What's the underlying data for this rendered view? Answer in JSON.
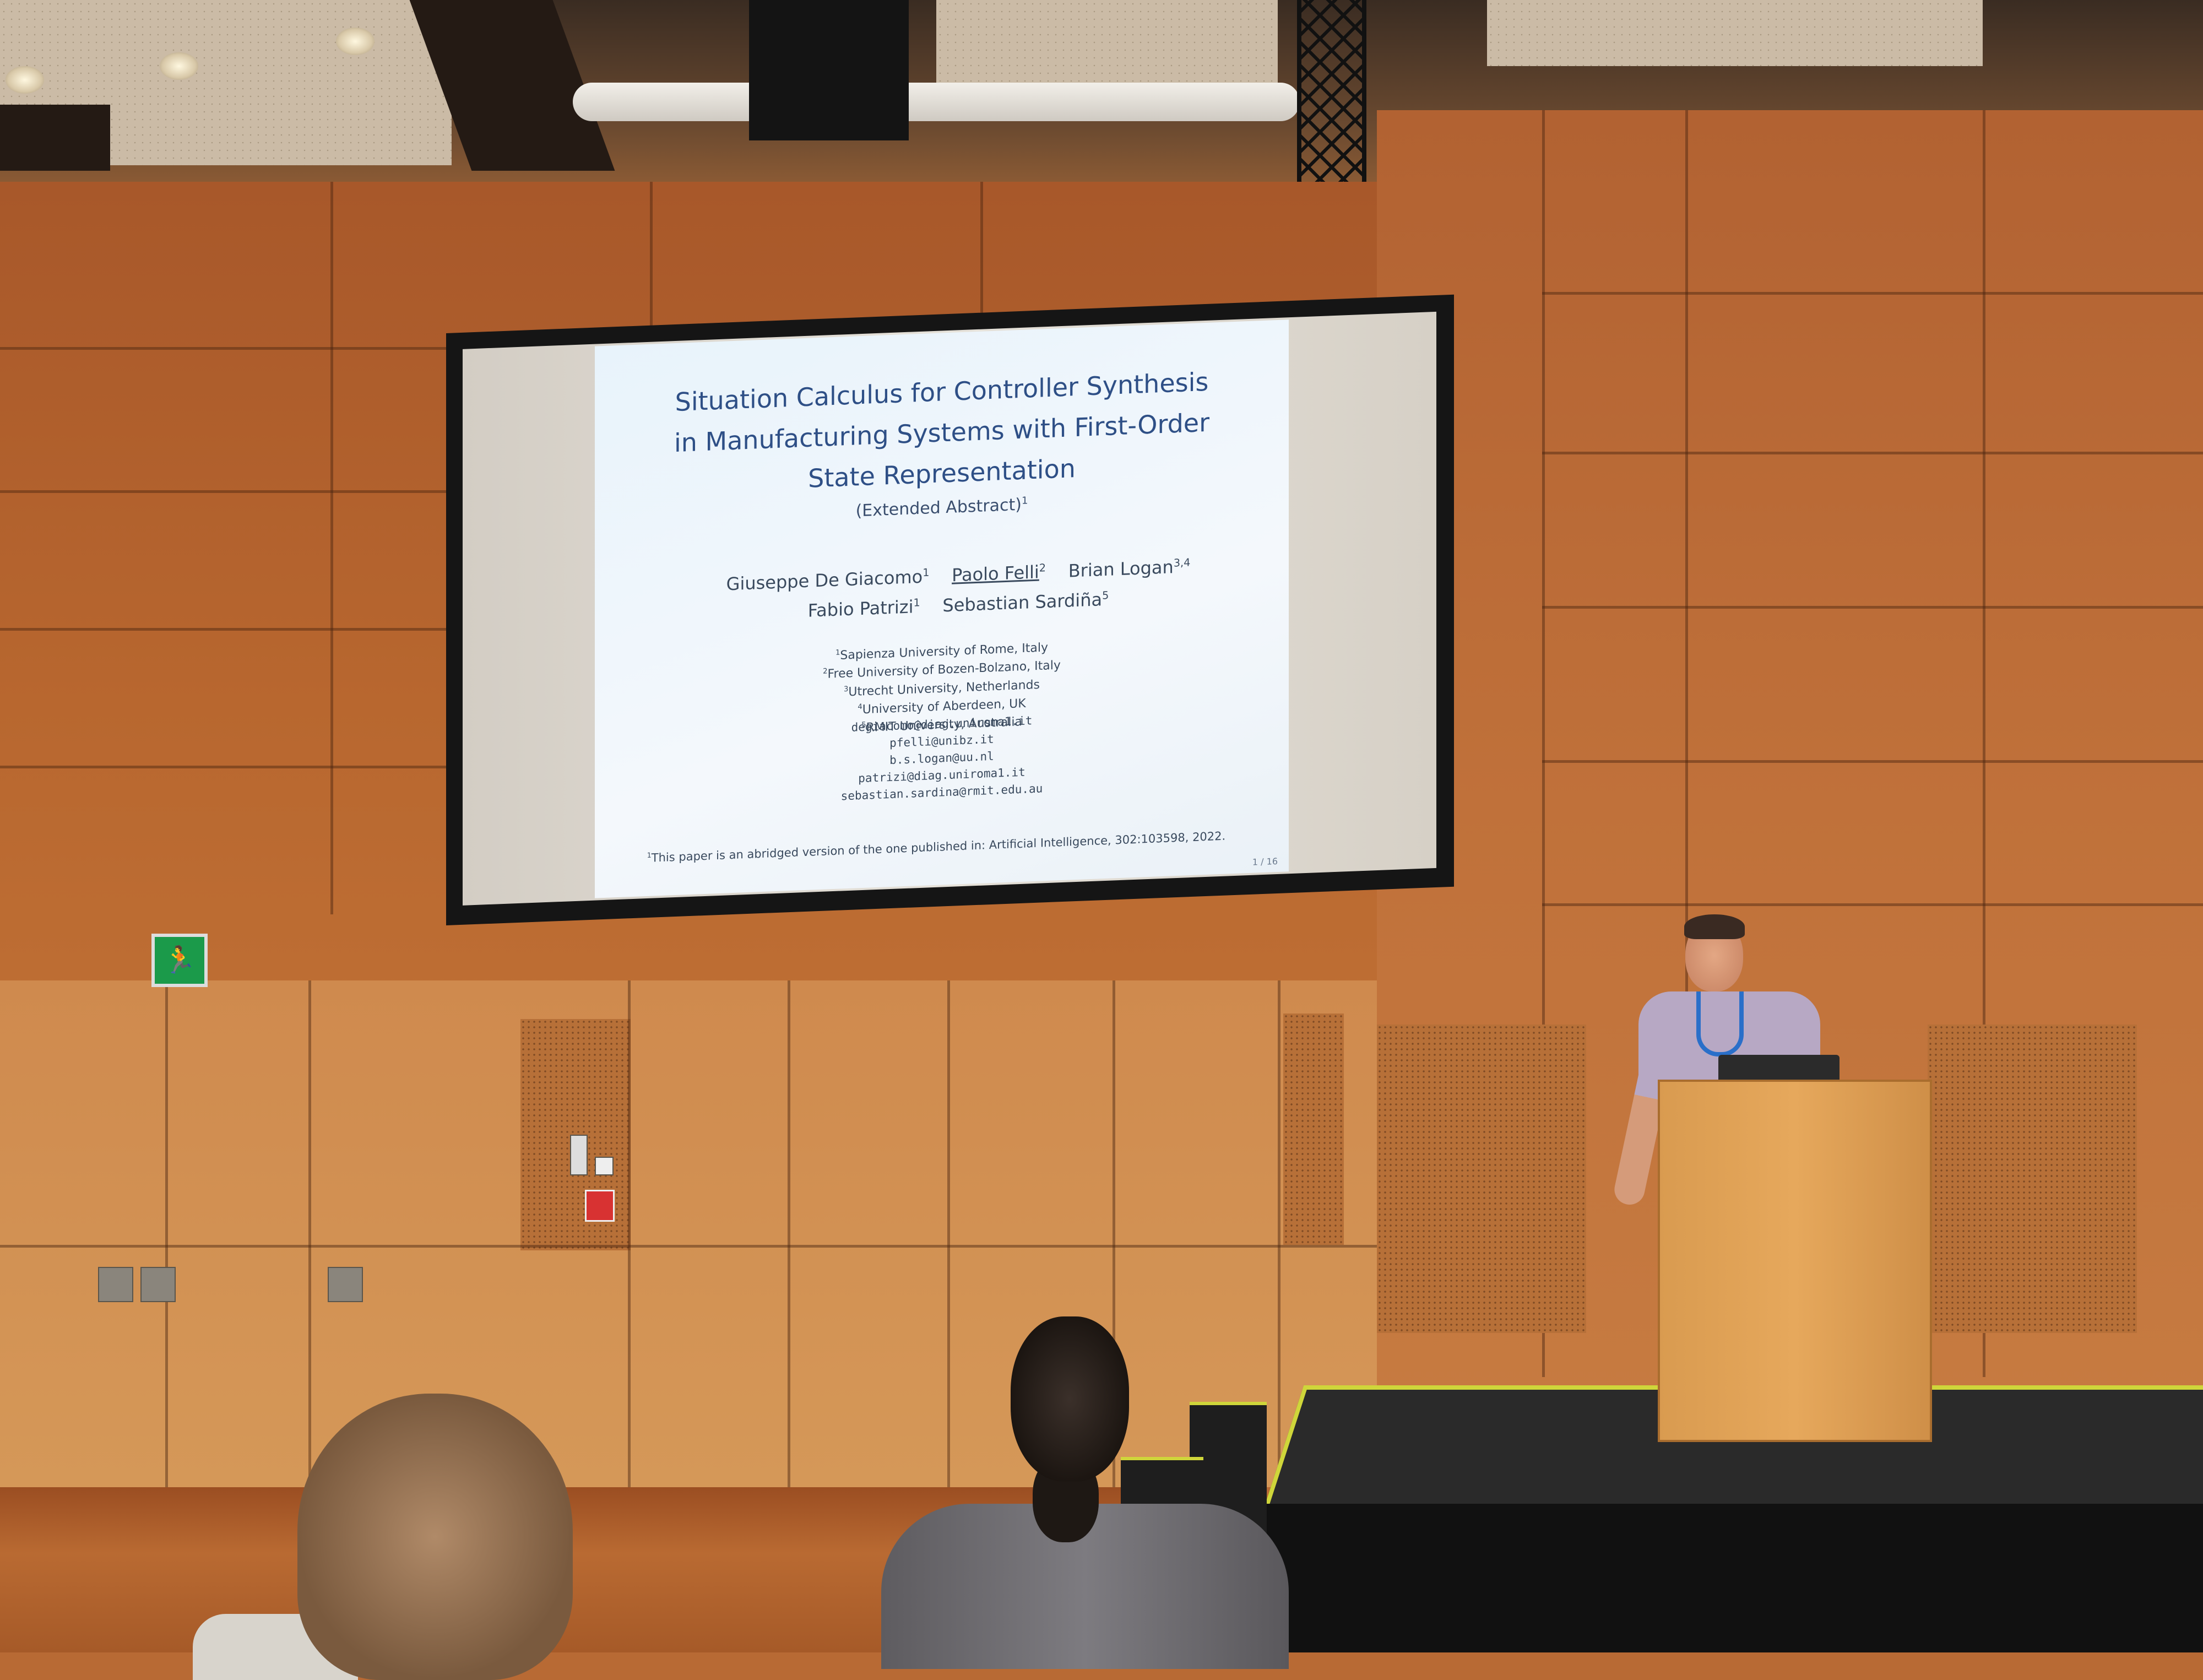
{
  "slide": {
    "title": "Situation Calculus for Controller Synthesis in Manufacturing Systems with First-Order State Representation",
    "subtitle": "(Extended Abstract)",
    "subtitle_sup": "1",
    "authors": [
      {
        "name": "Giuseppe De Giacomo",
        "sup": "1"
      },
      {
        "name": "Paolo Felli",
        "sup": "2"
      },
      {
        "name": "Brian Logan",
        "sup": "3,4"
      },
      {
        "name": "Fabio Patrizi",
        "sup": "1"
      },
      {
        "name": "Sebastian Sardiña",
        "sup": "5"
      }
    ],
    "affiliations": [
      {
        "sup": "1",
        "text": "Sapienza University of Rome, Italy"
      },
      {
        "sup": "2",
        "text": "Free University of Bozen-Bolzano, Italy"
      },
      {
        "sup": "3",
        "text": "Utrecht University, Netherlands"
      },
      {
        "sup": "4",
        "text": "University of Aberdeen, UK"
      },
      {
        "sup": "5",
        "text": "RMIT University, Australia"
      }
    ],
    "emails": [
      "degiacomo@diag.uniroma1.it",
      "pfelli@unibz.it",
      "b.s.logan@uu.nl",
      "patrizi@diag.uniroma1.it",
      "sebastian.sardina@rmit.edu.au"
    ],
    "footnote_sup": "1",
    "footnote": "This paper is an abridged version of the one published in: Artificial Intelligence, 302:103598, 2022.",
    "page_number": "1 / 16"
  },
  "exit_sign_icon": "running-man-exit-icon",
  "colors": {
    "slide_title": "#2e4f86",
    "stage_edge": "#cfd63a",
    "exit_green": "#1b9a4a",
    "wall_wood": "#c0713a"
  }
}
